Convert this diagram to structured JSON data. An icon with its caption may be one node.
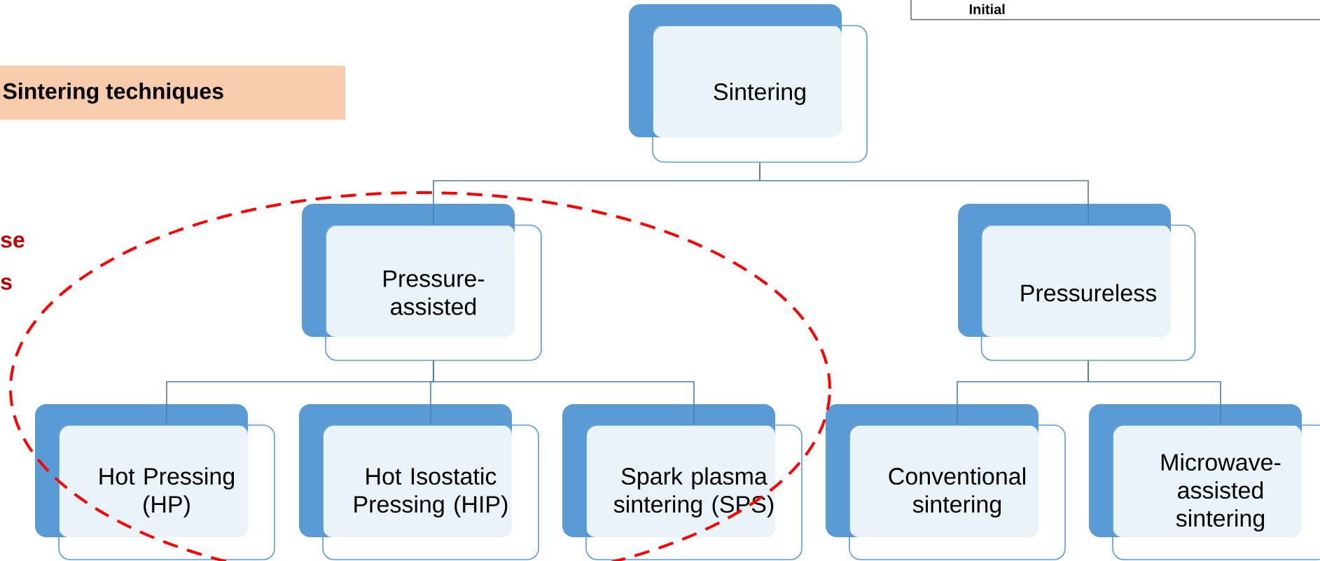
{
  "diagram": {
    "title": "Sintering techniques",
    "nodes": [
      {
        "text": [
          "Sintering"
        ]
      },
      {
        "text": [
          "Pressure-assisted"
        ]
      },
      {
        "text": [
          "Pressureless"
        ]
      },
      {
        "text": [
          "Hot Pressing (HP)"
        ]
      },
      {
        "text": [
          "Hot Isostatic Pressing (HIP)"
        ]
      },
      {
        "text": [
          "Spark plasma sintering (SPS)"
        ]
      },
      {
        "text": [
          "Conventional sintering"
        ]
      },
      {
        "text": [
          "Microwave-assisted sintering"
        ]
      }
    ],
    "edges": [
      {
        "from": 0,
        "to": 1,
        "arrow": "none"
      },
      {
        "from": 0,
        "to": 2,
        "arrow": "none"
      },
      {
        "from": 1,
        "to": 3,
        "arrow": "none"
      },
      {
        "from": 1,
        "to": 4,
        "arrow": "none"
      },
      {
        "from": 1,
        "to": 5,
        "arrow": "none"
      },
      {
        "from": 2,
        "to": 6,
        "arrow": "none"
      },
      {
        "from": 2,
        "to": 7,
        "arrow": "none"
      }
    ],
    "labels": [
      "Initial",
      "se",
      "s"
    ]
  }
}
